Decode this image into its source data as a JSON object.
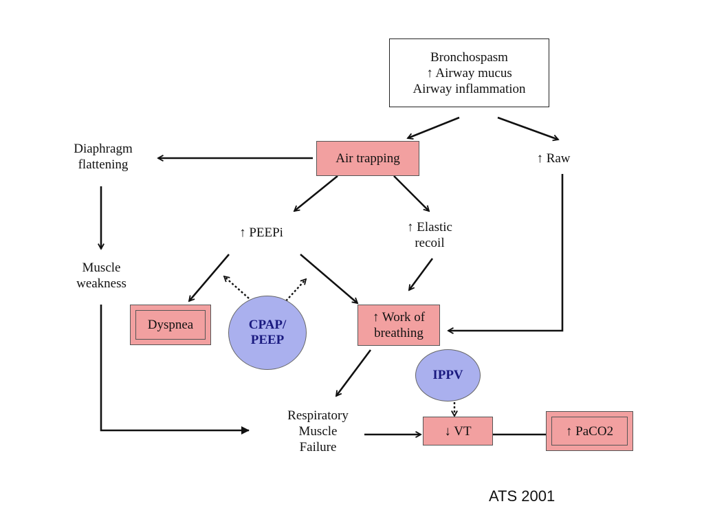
{
  "nodes": {
    "causes": [
      "Bronchospasm",
      "↑ Airway mucus",
      "Airway inflammation"
    ],
    "air_trapping": "Air trapping",
    "diaphragm_flattening": [
      "Diaphragm",
      "flattening"
    ],
    "raw": "↑ Raw",
    "peepi": "↑ PEEPi",
    "elastic_recoil": [
      "↑ Elastic",
      "recoil"
    ],
    "muscle_weakness": [
      "Muscle",
      "weakness"
    ],
    "dyspnea": "Dyspnea",
    "cpap_peep": [
      "CPAP/",
      "PEEP"
    ],
    "work_of_breathing": [
      "↑ Work of",
      "breathing"
    ],
    "ippv": "IPPV",
    "respiratory_muscle_failure": [
      "Respiratory",
      "Muscle",
      "Failure"
    ],
    "vt": "↓ VT",
    "paco2": "↑ PaCO2"
  },
  "credit": "ATS 2001",
  "colors": {
    "pink_box": "#f2a0a0",
    "circle": "#aab0ee",
    "circle_text": "#1a1a80",
    "arrow": "#111111"
  }
}
